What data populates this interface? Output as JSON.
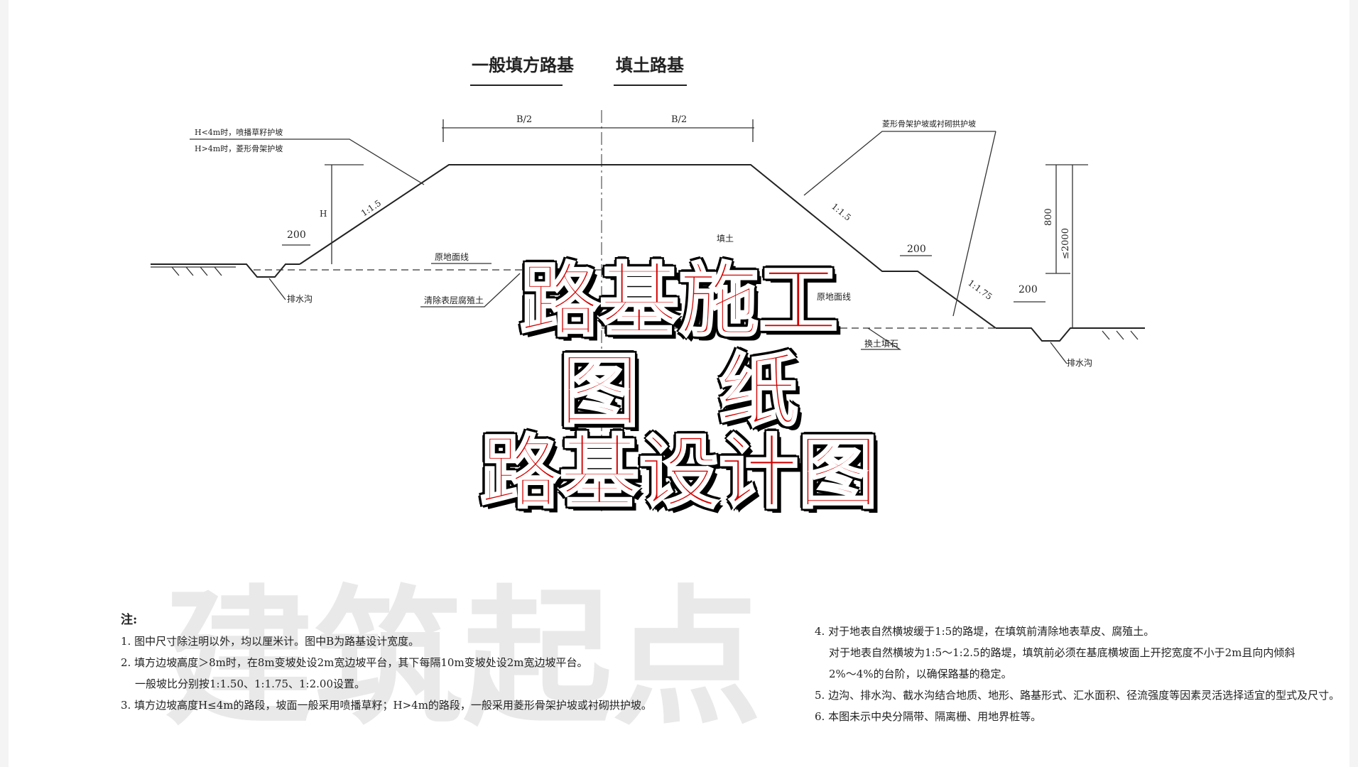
{
  "titles": {
    "left": "一般填方路基",
    "right": "填土路基"
  },
  "labels": {
    "b_half_left": "B/2",
    "b_half_right": "B/2",
    "slope_protect_1": "H<4m时，喷播草籽护坡",
    "slope_protect_2": "H>4m时，菱形骨架护坡",
    "slope_protect_right": "菱形骨架护坡或衬砌拱护坡",
    "height_left": "H",
    "slope_left": "1:1.5",
    "slope_right_upper": "1:1.5",
    "slope_right_lower": "1:1.75",
    "dim_200_left": "200",
    "dim_200_mid": "200",
    "dim_200_right": "200",
    "dim_800": "800",
    "dim_2000": "≤2000",
    "fill_soil": "填土",
    "original_ground_left": "原地面线",
    "original_ground_right": "原地面线",
    "ditch_left": "排水沟",
    "ditch_right": "排水沟",
    "clear_surface": "清除表层腐殖土",
    "replace_stone": "换土填石"
  },
  "overlay": {
    "line1": "路基施工",
    "line2": "图　纸",
    "line3": "路基设计图"
  },
  "watermark": "建筑起点",
  "notes": {
    "head": "注:",
    "left": [
      "1. 图中尺寸除注明以外，均以厘米计。图中B为路基设计宽度。",
      "2. 填方边坡高度＞8m时，在8m变坡处设2m宽边坡平台，其下每隔10m变坡处设2m宽边坡平台。",
      "一般坡比分别按1:1.50、1:1.75、1:2.00设置。",
      "3. 填方边坡高度H≤4m的路段，坡面一般采用喷播草籽；H>4m的路段，一般采用菱形骨架护坡或衬砌拱护坡。"
    ],
    "right": [
      "4. 对于地表自然横坡缓于1:5的路堤，在填筑前清除地表草皮、腐殖土。",
      "对于地表自然横坡为1:5～1:2.5的路堤，填筑前必须在基底横坡面上开挖宽度不小于2m且向内倾斜",
      "2%～4%的台阶，以确保路基的稳定。",
      "5. 边沟、排水沟、截水沟结合地质、地形、路基形式、汇水面积、径流强度等因素灵活选择适宜的型式及尺寸。",
      "6. 本图未示中央分隔带、隔离栅、用地界桩等。"
    ]
  },
  "colors": {
    "overlay_text": "#d40000",
    "overlay_outline": "#000000",
    "drawing_line": "#222222"
  }
}
